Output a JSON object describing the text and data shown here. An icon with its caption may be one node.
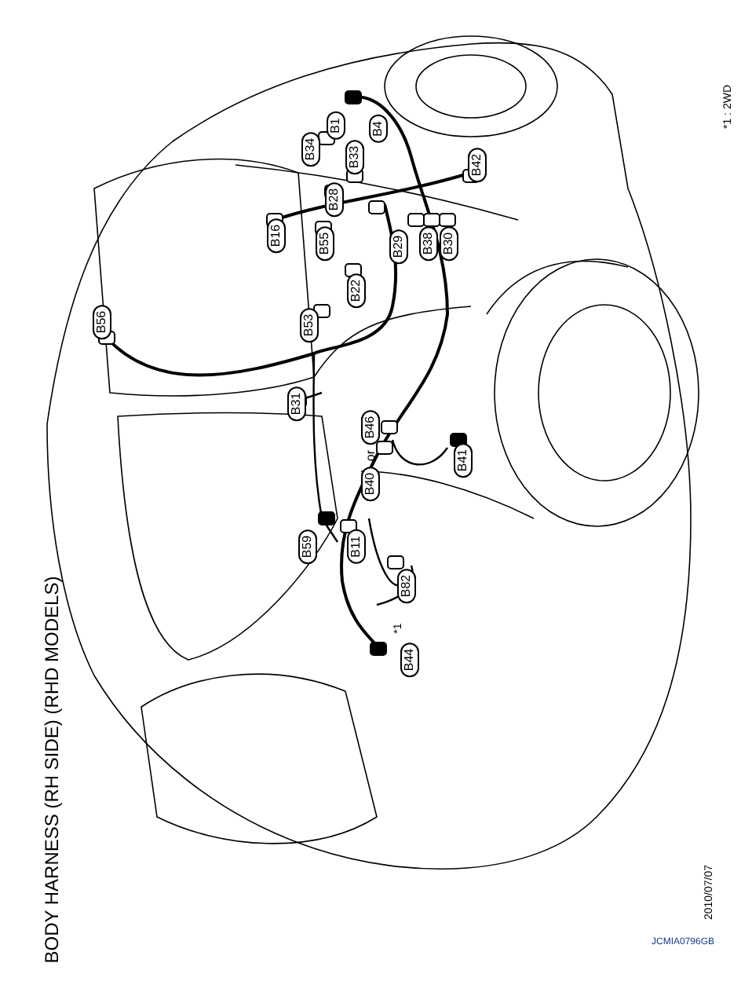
{
  "diagram": {
    "title": "BODY HARNESS (RH SIDE) (RHD MODELS)",
    "nodes": [
      {
        "text": [
          "B1"
        ]
      },
      {
        "text": [
          "B4"
        ]
      },
      {
        "text": [
          "B34"
        ]
      },
      {
        "text": [
          "B33"
        ]
      },
      {
        "text": [
          "B42"
        ]
      },
      {
        "text": [
          "B16"
        ]
      },
      {
        "text": [
          "B28"
        ]
      },
      {
        "text": [
          "B55"
        ]
      },
      {
        "text": [
          "B29"
        ]
      },
      {
        "text": [
          "B38"
        ]
      },
      {
        "text": [
          "B30"
        ]
      },
      {
        "text": [
          "B22"
        ]
      },
      {
        "text": [
          "B56"
        ]
      },
      {
        "text": [
          "B53"
        ]
      },
      {
        "text": [
          "B31"
        ]
      },
      {
        "text": [
          "B46"
        ]
      },
      {
        "text": [
          "B40"
        ]
      },
      {
        "text": [
          "B41"
        ]
      },
      {
        "text": [
          "B59"
        ]
      },
      {
        "text": [
          "B11"
        ]
      },
      {
        "text": [
          "B82"
        ]
      },
      {
        "text": [
          "B44"
        ],
        "beside": [
          "*1"
        ]
      }
    ],
    "labels": [
      "*1 : 2WD",
      "or",
      "2010/07/07",
      "JCMIA0796GB"
    ]
  }
}
